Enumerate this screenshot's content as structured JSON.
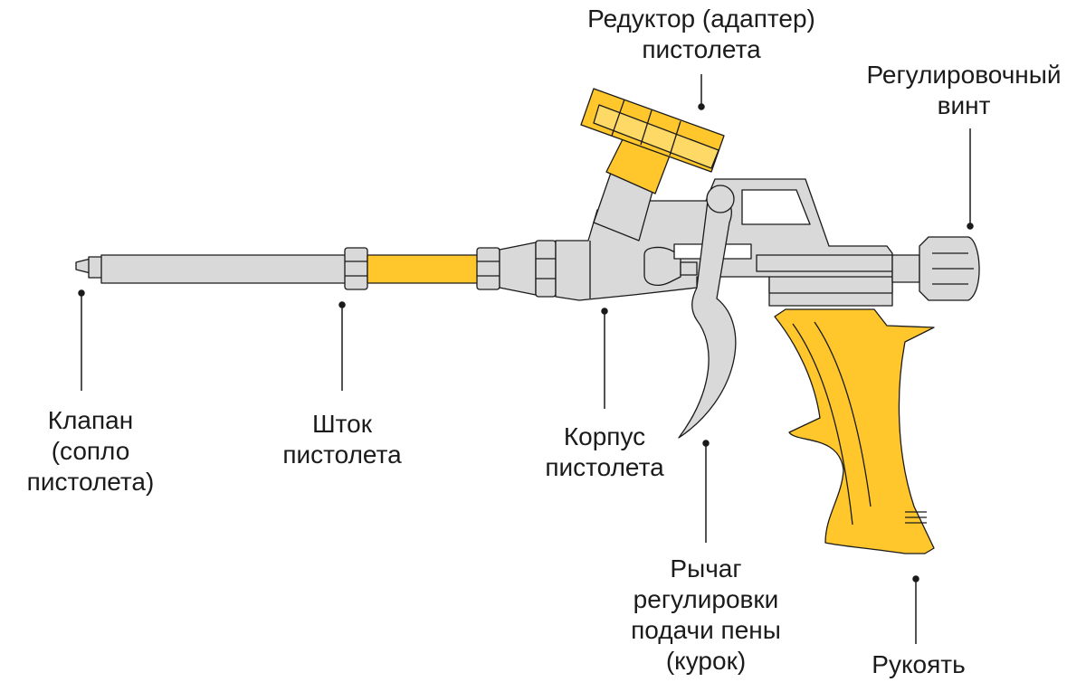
{
  "colors": {
    "yellow": "#FFC72C",
    "gray": "#D9D9D9",
    "stroke": "#1A1A1A",
    "text": "#1B1B1B"
  },
  "labels": {
    "valve": [
      "Клапан",
      "(сопло",
      "пистолета)"
    ],
    "rod": [
      "Шток",
      "пистолета"
    ],
    "body": [
      "Корпус",
      "пистолета"
    ],
    "trigger": [
      "Рычаг",
      "регулировки",
      "подачи пены",
      "(курок)"
    ],
    "handle": [
      "Рукоять"
    ],
    "adapter": [
      "Редуктор (адаптер)",
      "пистолета"
    ],
    "screw": [
      "Регулировочный",
      "винт"
    ]
  }
}
